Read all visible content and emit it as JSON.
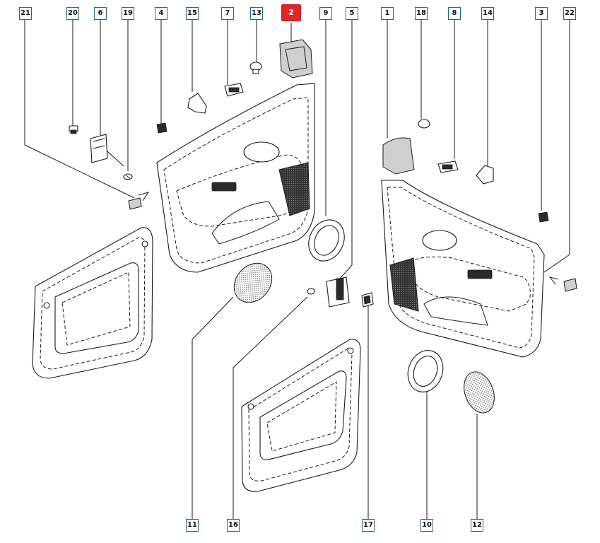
{
  "diagram": {
    "selected_part": "2",
    "callouts": [
      {
        "id": "21"
      },
      {
        "id": "20"
      },
      {
        "id": "6"
      },
      {
        "id": "19"
      },
      {
        "id": "4"
      },
      {
        "id": "15"
      },
      {
        "id": "7"
      },
      {
        "id": "13"
      },
      {
        "id": "2"
      },
      {
        "id": "9"
      },
      {
        "id": "5"
      },
      {
        "id": "1"
      },
      {
        "id": "18"
      },
      {
        "id": "8"
      },
      {
        "id": "14"
      },
      {
        "id": "3"
      },
      {
        "id": "22"
      },
      {
        "id": "11"
      },
      {
        "id": "16"
      },
      {
        "id": "17"
      },
      {
        "id": "10"
      },
      {
        "id": "12"
      }
    ]
  },
  "colors": {
    "callout_border": "#1d6e86",
    "selected_fill": "#e0262c",
    "line": "#1a1a1a"
  }
}
